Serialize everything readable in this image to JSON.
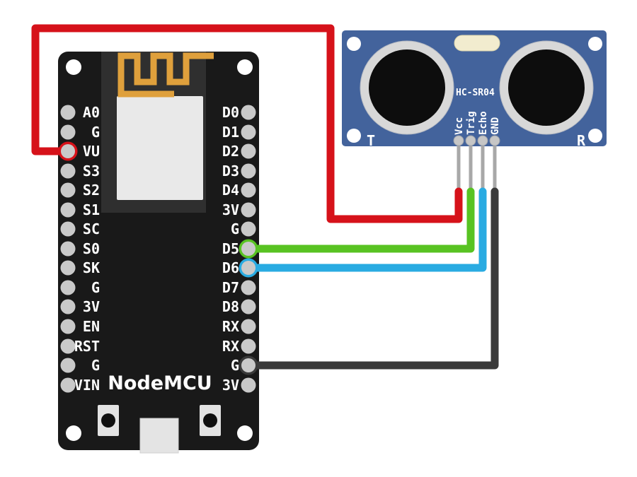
{
  "colors": {
    "wire_red": "#d6121a",
    "wire_green": "#58c322",
    "wire_blue": "#29abe2",
    "wire_black": "#3a3a3a",
    "nodemcu_black": "#191919",
    "antenna_orange": "#dfa03c",
    "sensor_blue": "#43639c"
  },
  "nodemcu": {
    "label": "NodeMCU",
    "left_pins": [
      "A0",
      "G",
      "VU",
      "S3",
      "S2",
      "S1",
      "SC",
      "S0",
      "SK",
      "G",
      "3V",
      "EN",
      "RST",
      "G",
      "VIN"
    ],
    "right_pins": [
      "D0",
      "D1",
      "D2",
      "D3",
      "D4",
      "3V",
      "G",
      "D5",
      "D6",
      "D7",
      "D8",
      "RX",
      "RX",
      "G",
      "3V"
    ]
  },
  "sensor": {
    "label": "HC-SR04",
    "transmitter_label": "T",
    "receiver_label": "R",
    "pins": [
      "Vcc",
      "Trig",
      "Echo",
      "GND"
    ]
  },
  "connections": [
    {
      "from_board": "NodeMCU",
      "from_pin": "VU",
      "to_board": "HC-SR04",
      "to_pin": "Vcc",
      "wire_color": "#d6121a"
    },
    {
      "from_board": "NodeMCU",
      "from_pin": "D5",
      "to_board": "HC-SR04",
      "to_pin": "Trig",
      "wire_color": "#58c322"
    },
    {
      "from_board": "NodeMCU",
      "from_pin": "D6",
      "to_board": "HC-SR04",
      "to_pin": "Echo",
      "wire_color": "#29abe2"
    },
    {
      "from_board": "NodeMCU",
      "from_pin": "G",
      "to_board": "HC-SR04",
      "to_pin": "GND",
      "wire_color": "#3a3a3a"
    }
  ]
}
